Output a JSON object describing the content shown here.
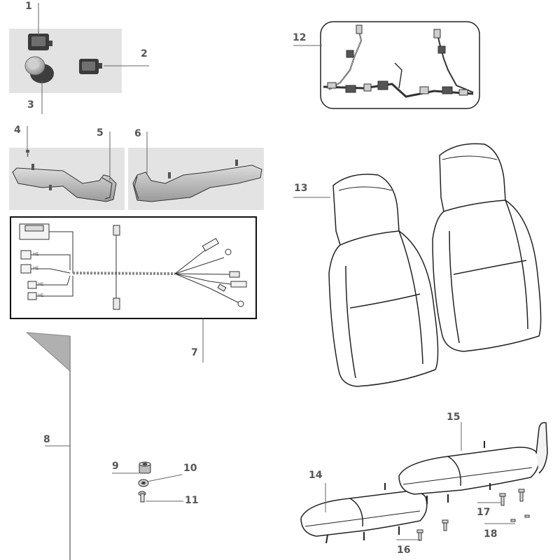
{
  "diagram": {
    "callouts": [
      {
        "id": "c1",
        "label": "1",
        "part": "switch-1"
      },
      {
        "id": "c2",
        "label": "2",
        "part": "switch-2"
      },
      {
        "id": "c3",
        "label": "3",
        "part": "push-button"
      },
      {
        "id": "c4",
        "label": "4",
        "part": "screw"
      },
      {
        "id": "c5",
        "label": "5",
        "part": "grab-handle-left"
      },
      {
        "id": "c6",
        "label": "6",
        "part": "grab-handle-right"
      },
      {
        "id": "c7",
        "label": "7",
        "part": "wiring-harness"
      },
      {
        "id": "c8",
        "label": "8",
        "part": "flag-pole"
      },
      {
        "id": "c9",
        "label": "9",
        "part": "nut"
      },
      {
        "id": "c10",
        "label": "10",
        "part": "washer"
      },
      {
        "id": "c11",
        "label": "11",
        "part": "bolt"
      },
      {
        "id": "c12",
        "label": "12",
        "part": "seat-belts"
      },
      {
        "id": "c13",
        "label": "13",
        "part": "seat-backs"
      },
      {
        "id": "c14",
        "label": "14",
        "part": "seat-cushion-left"
      },
      {
        "id": "c15",
        "label": "15",
        "part": "seat-cushion-right"
      },
      {
        "id": "c16",
        "label": "16",
        "part": "cushion-bolt-a"
      },
      {
        "id": "c17",
        "label": "17",
        "part": "cushion-bolt-b"
      },
      {
        "id": "c18",
        "label": "18",
        "part": "cushion-clip"
      }
    ],
    "harness_connector_tags": [
      "HE",
      "HE",
      "HE",
      "HE"
    ],
    "colors": {
      "panel_bg": "#e3e3e3",
      "line": "#333333",
      "leader": "#666666",
      "label": "#555555",
      "flag": "#b0b0b0"
    }
  }
}
